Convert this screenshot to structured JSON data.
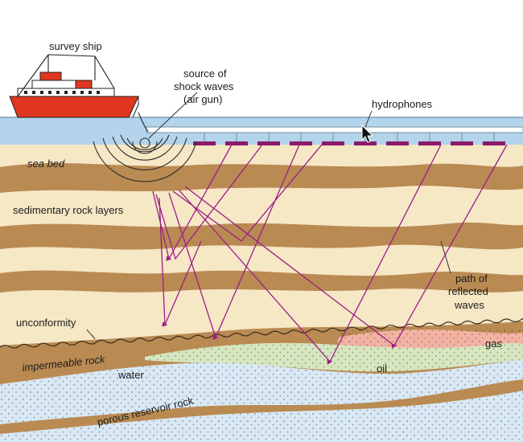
{
  "labels": {
    "survey_ship": "survey ship",
    "source_line1": "source of",
    "source_line2": "shock waves",
    "source_line3": "(air gun)",
    "hydrophones": "hydrophones",
    "sea_bed": "sea bed",
    "sedimentary": "sedimentary rock layers",
    "path_line1": "path of",
    "path_line2": "reflected",
    "path_line3": "waves",
    "unconformity": "unconformity",
    "gas": "gas",
    "impermeable": "impermeable rock",
    "water": "water",
    "oil": "oil",
    "porous": "porous reservoir rock"
  },
  "colors": {
    "sea": "#b3d4ea",
    "sea_deep": "#9cc6e3",
    "sky": "#ffffff",
    "brown_layer": "#b98a52",
    "tan_layer": "#f6e7c5",
    "water_layer": "#d8e8f4",
    "oil_layer": "#d6e6bf",
    "gas_layer": "#f3b3a2",
    "wave_path": "#9c1e87",
    "hydrophone": "#8b1a6b",
    "ship_hull": "#e1361f"
  },
  "icons": {
    "cursor": "mouse-pointer-icon",
    "ship": "survey-ship-icon"
  }
}
